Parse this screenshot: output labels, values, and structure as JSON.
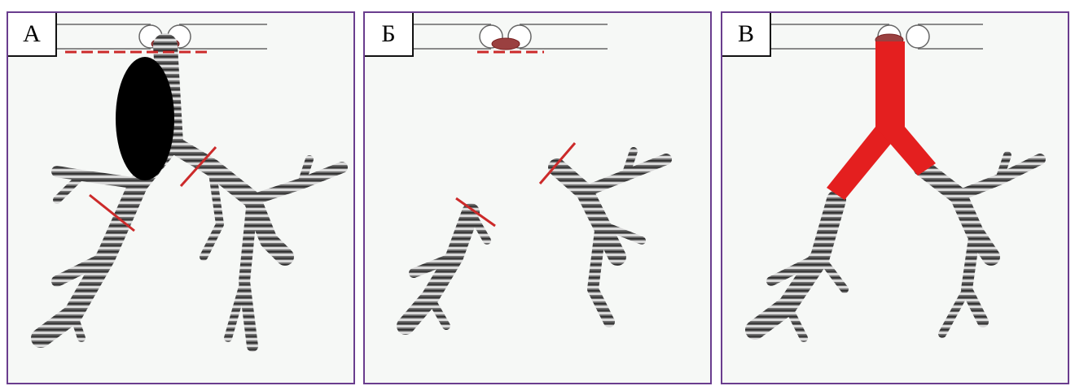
{
  "panels": [
    {
      "id": "a",
      "label": "А"
    },
    {
      "id": "b",
      "label": "Б"
    },
    {
      "id": "c",
      "label": "В"
    }
  ]
}
